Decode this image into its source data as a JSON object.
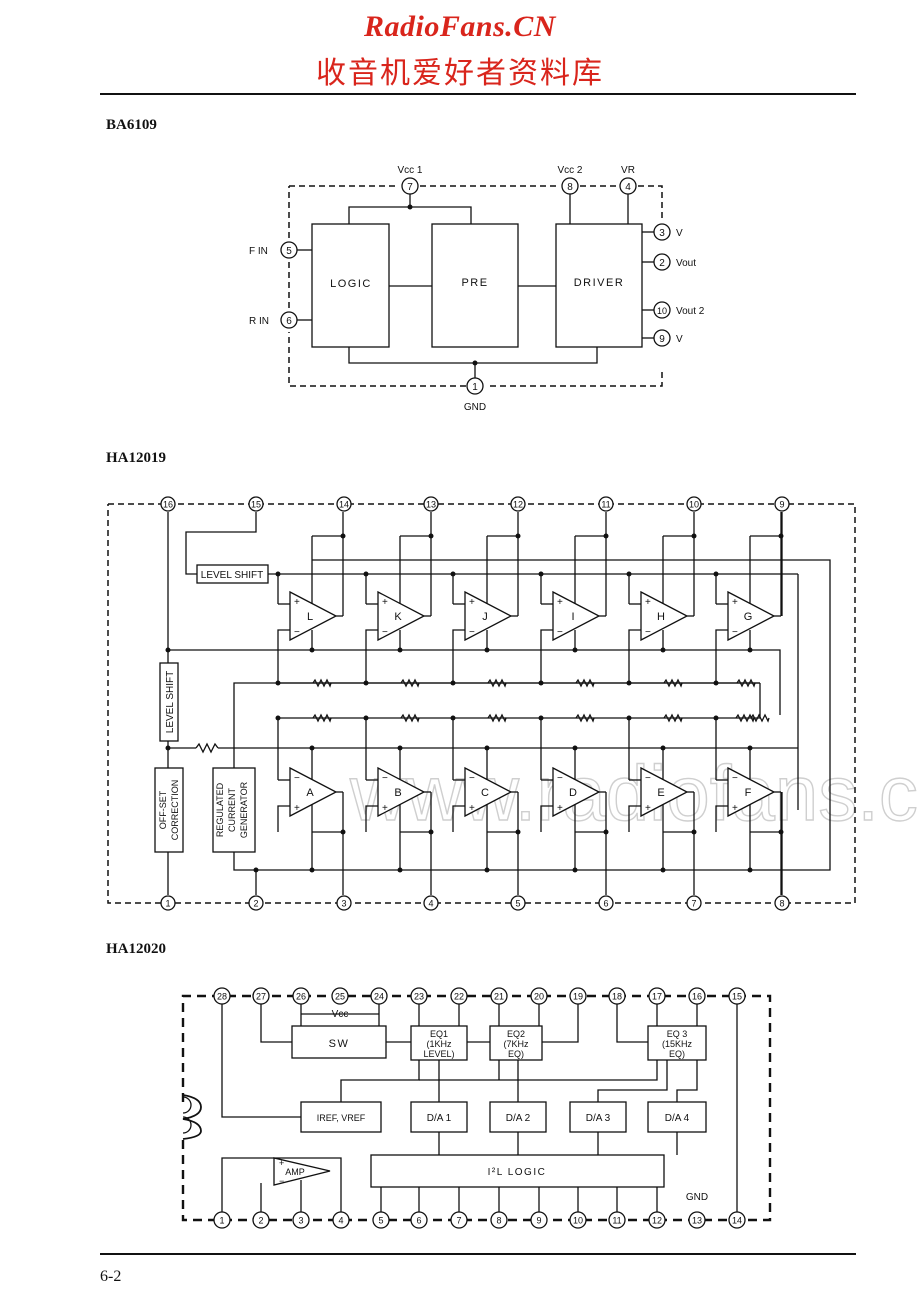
{
  "header": {
    "site": "RadioFans.CN",
    "subtitle": "收音机爱好者资料库"
  },
  "sections": {
    "ba": "BA6109",
    "ha19": "HA12019",
    "ha20": "HA12020"
  },
  "watermark": "www.radiofans.cn",
  "page_number": "6-2",
  "ba6109": {
    "blocks": {
      "logic": "LOGIC",
      "pre": "PRE",
      "driver": "DRIVER"
    },
    "pins": {
      "p1": "1",
      "p2": "2",
      "p3": "3",
      "p4": "4",
      "p5": "5",
      "p6": "6",
      "p7": "7",
      "p8": "8",
      "p9": "9",
      "p10": "10"
    },
    "labels": {
      "vcc1": "Vcc 1",
      "vcc2": "Vcc 2",
      "vr": "VR",
      "fin": "F IN",
      "rin": "R IN",
      "v3": "V",
      "vout": "Vout",
      "vout2": "Vout 2",
      "v9": "V",
      "gnd": "GND"
    }
  },
  "ha12019": {
    "top_pins": [
      "16",
      "15",
      "14",
      "13",
      "12",
      "11",
      "10",
      "9"
    ],
    "bottom_pins": [
      "1",
      "2",
      "3",
      "4",
      "5",
      "6",
      "7",
      "8"
    ],
    "top_amps": [
      "L",
      "K",
      "J",
      "I",
      "H",
      "G"
    ],
    "bottom_amps": [
      "A",
      "B",
      "C",
      "D",
      "E",
      "F"
    ],
    "level_shift_h": "LEVEL SHIFT",
    "level_shift_v": "LEVEL SHIFT",
    "offset_1": "OFF-SET",
    "offset_2": "CORRECTION",
    "reg_1": "REGULATED",
    "reg_2": "CURRENT",
    "reg_3": "GENERATOR"
  },
  "ha12020": {
    "top_pins": [
      "28",
      "27",
      "26",
      "25",
      "24",
      "23",
      "22",
      "21",
      "20",
      "19",
      "18",
      "17",
      "16",
      "15"
    ],
    "bottom_pins": [
      "1",
      "2",
      "3",
      "4",
      "5",
      "6",
      "7",
      "8",
      "9",
      "10",
      "11",
      "12",
      "13",
      "14"
    ],
    "vcc": "Vcc",
    "gnd": "GND",
    "sw": "SW",
    "eq1_1": "EQ1",
    "eq1_2": "(1KHz",
    "eq1_3": "LEVEL)",
    "eq2_1": "EQ2",
    "eq2_2": "(7KHz",
    "eq2_3": "EQ)",
    "eq3_1": "EQ 3",
    "eq3_2": "(15KHz",
    "eq3_3": "EQ)",
    "iref": "IREF, VREF",
    "da1": "D/A 1",
    "da2": "D/A 2",
    "da3": "D/A 3",
    "da4": "D/A 4",
    "amp": "AMP",
    "logic": "I²L  LOGIC"
  }
}
